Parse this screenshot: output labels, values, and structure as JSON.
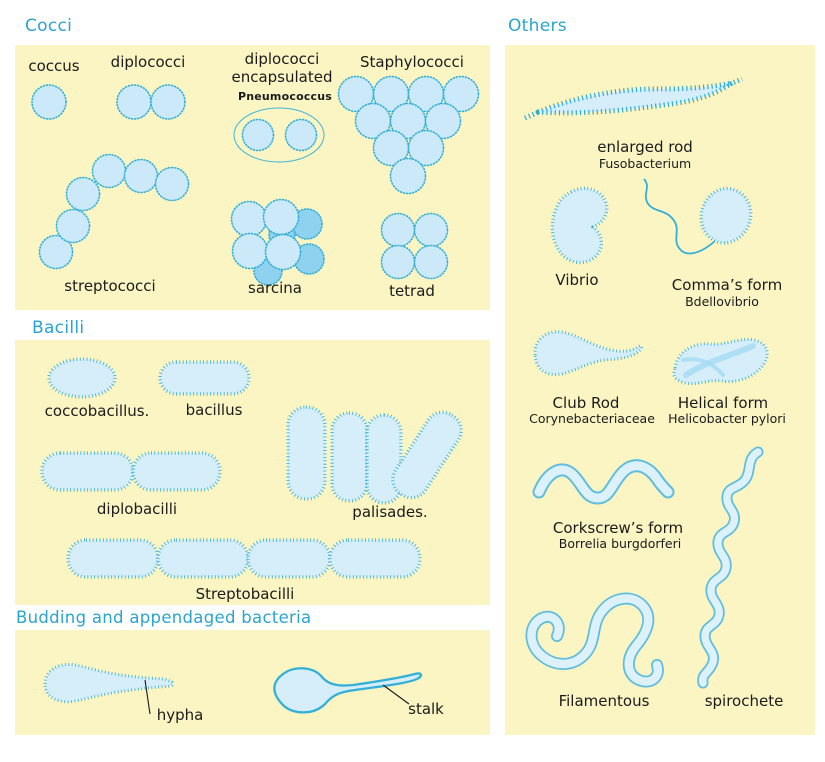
{
  "palette": {
    "panel_bg": "#FBF5C3",
    "heading_blue": "#2AA4D0",
    "shape_fill": "#D5EEFA",
    "shape_fill_dark": "#8FD2EF",
    "shape_stroke": "#33AFD8",
    "label_text": "#1b1b1b"
  },
  "sections": [
    {
      "id": "cocci",
      "title": "Cocci",
      "items": [
        {
          "label": "coccus"
        },
        {
          "label": "diplococci"
        },
        {
          "label": "diplococci encapsulated",
          "sublabel": "Pneumococcus"
        },
        {
          "label": "Staphylococci"
        },
        {
          "label": "streptococci"
        },
        {
          "label": "sarcina"
        },
        {
          "label": "tetrad"
        }
      ]
    },
    {
      "id": "bacilli",
      "title": "Bacilli",
      "items": [
        {
          "label": "coccobacillus."
        },
        {
          "label": "bacillus"
        },
        {
          "label": "diplobacilli"
        },
        {
          "label": "palisades."
        },
        {
          "label": "Streptobacilli"
        }
      ]
    },
    {
      "id": "budding",
      "title": "Budding and appendaged bacteria",
      "items": [
        {
          "label": "hypha"
        },
        {
          "label": "stalk"
        }
      ]
    },
    {
      "id": "others",
      "title": "Others",
      "items": [
        {
          "label": "enlarged rod",
          "sublabel": "Fusobacterium"
        },
        {
          "label": "Vibrio"
        },
        {
          "label": "Comma’s form",
          "sublabel": "Bdellovibrio"
        },
        {
          "label": "Club Rod",
          "sublabel": "Corynebacteriaceae"
        },
        {
          "label": "Helical form",
          "sublabel": "Helicobacter pylori"
        },
        {
          "label": "Corkscrew’s form",
          "sublabel": "Borrelia burgdorferi"
        },
        {
          "label": "Filamentous"
        },
        {
          "label": "spirochete"
        }
      ]
    }
  ]
}
